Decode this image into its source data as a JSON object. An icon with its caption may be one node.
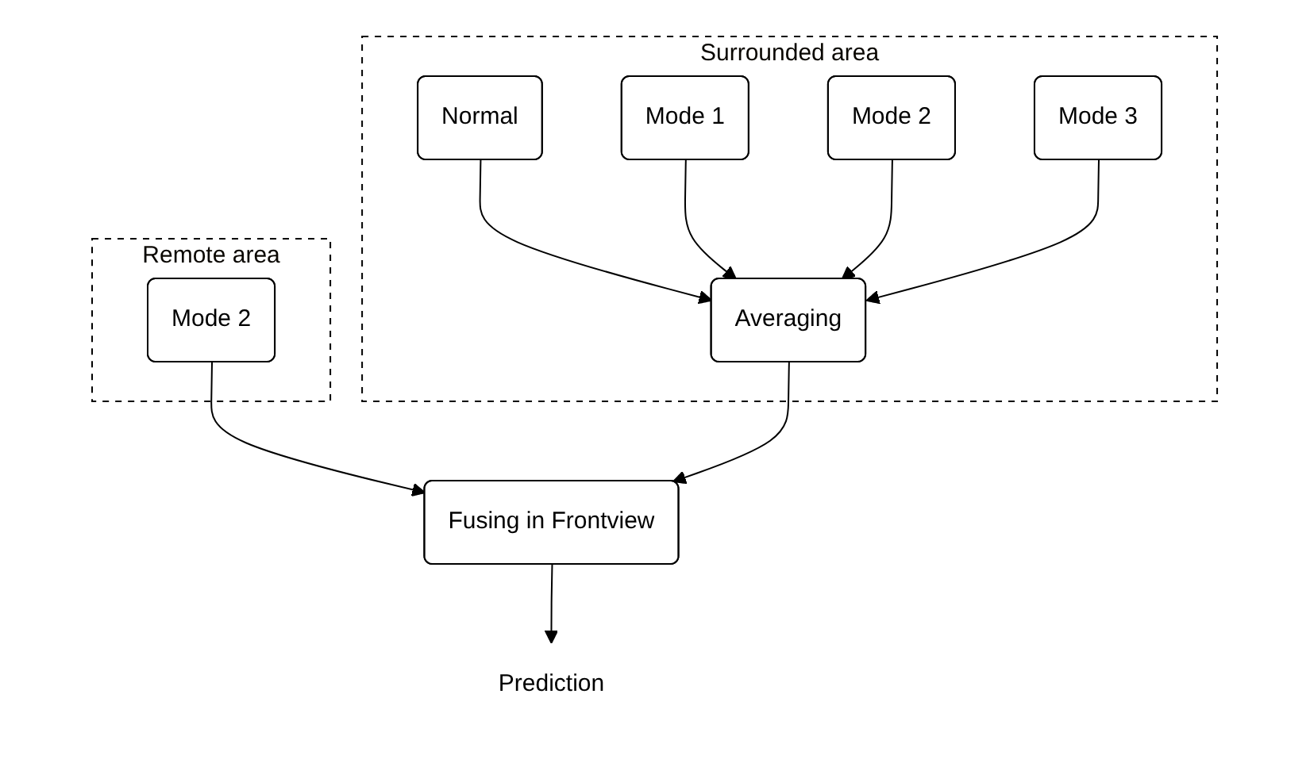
{
  "diagram": {
    "nodes": [
      {
        "text": [
          "Remote area"
        ]
      },
      {
        "text": [
          "Mode 2"
        ],
        "in": 0
      },
      {
        "text": [
          "Surrounded area"
        ]
      },
      {
        "text": [
          "Normal"
        ],
        "in": 2
      },
      {
        "text": [
          "Mode 1"
        ],
        "in": 2
      },
      {
        "text": [
          "Mode 2"
        ],
        "in": 2
      },
      {
        "text": [
          "Mode 3"
        ],
        "in": 2
      },
      {
        "text": [
          "Averaging"
        ],
        "in": 2
      },
      {
        "text": [
          "Fusing in Frontview"
        ]
      },
      {
        "text": [
          "Prediction"
        ]
      }
    ],
    "edges": [
      {
        "from": 3,
        "to": 7,
        "arrow": "to"
      },
      {
        "from": 4,
        "to": 7,
        "arrow": "to"
      },
      {
        "from": 5,
        "to": 7,
        "arrow": "to"
      },
      {
        "from": 6,
        "to": 7,
        "arrow": "to"
      },
      {
        "from": 1,
        "to": 8,
        "arrow": "to"
      },
      {
        "from": 7,
        "to": 8,
        "arrow": "to"
      },
      {
        "from": 8,
        "to": 9,
        "arrow": "to"
      }
    ]
  }
}
